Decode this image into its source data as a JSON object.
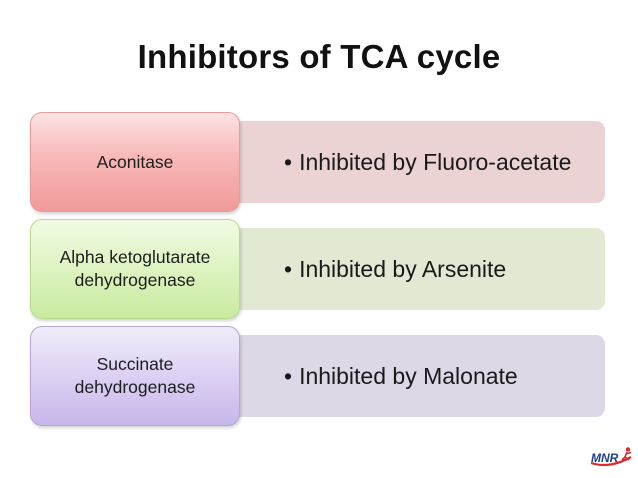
{
  "slide": {
    "title": "Inhibitors of TCA cycle"
  },
  "rows": [
    {
      "enzyme": "Aconitase",
      "inhibitor_text": "Inhibited by Fluoro-acetate"
    },
    {
      "enzyme": "Alpha ketoglutarate dehydrogenase",
      "inhibitor_text": "Inhibited by Arsenite"
    },
    {
      "enzyme": "Succinate dehydrogenase",
      "inhibitor_text": "Inhibited by Malonate"
    }
  ],
  "bullet": "•",
  "logo": {
    "text": "MNR"
  },
  "colors": {
    "row1_box": "#f29a9a",
    "row1_detail": "#ebd3d3",
    "row2_box": "#c9ea9e",
    "row2_detail": "#e1e9d3",
    "row3_box": "#c7b7ea",
    "row3_detail": "#dcd8e6",
    "logo_blue": "#1c3f94",
    "logo_red": "#d9272e"
  }
}
